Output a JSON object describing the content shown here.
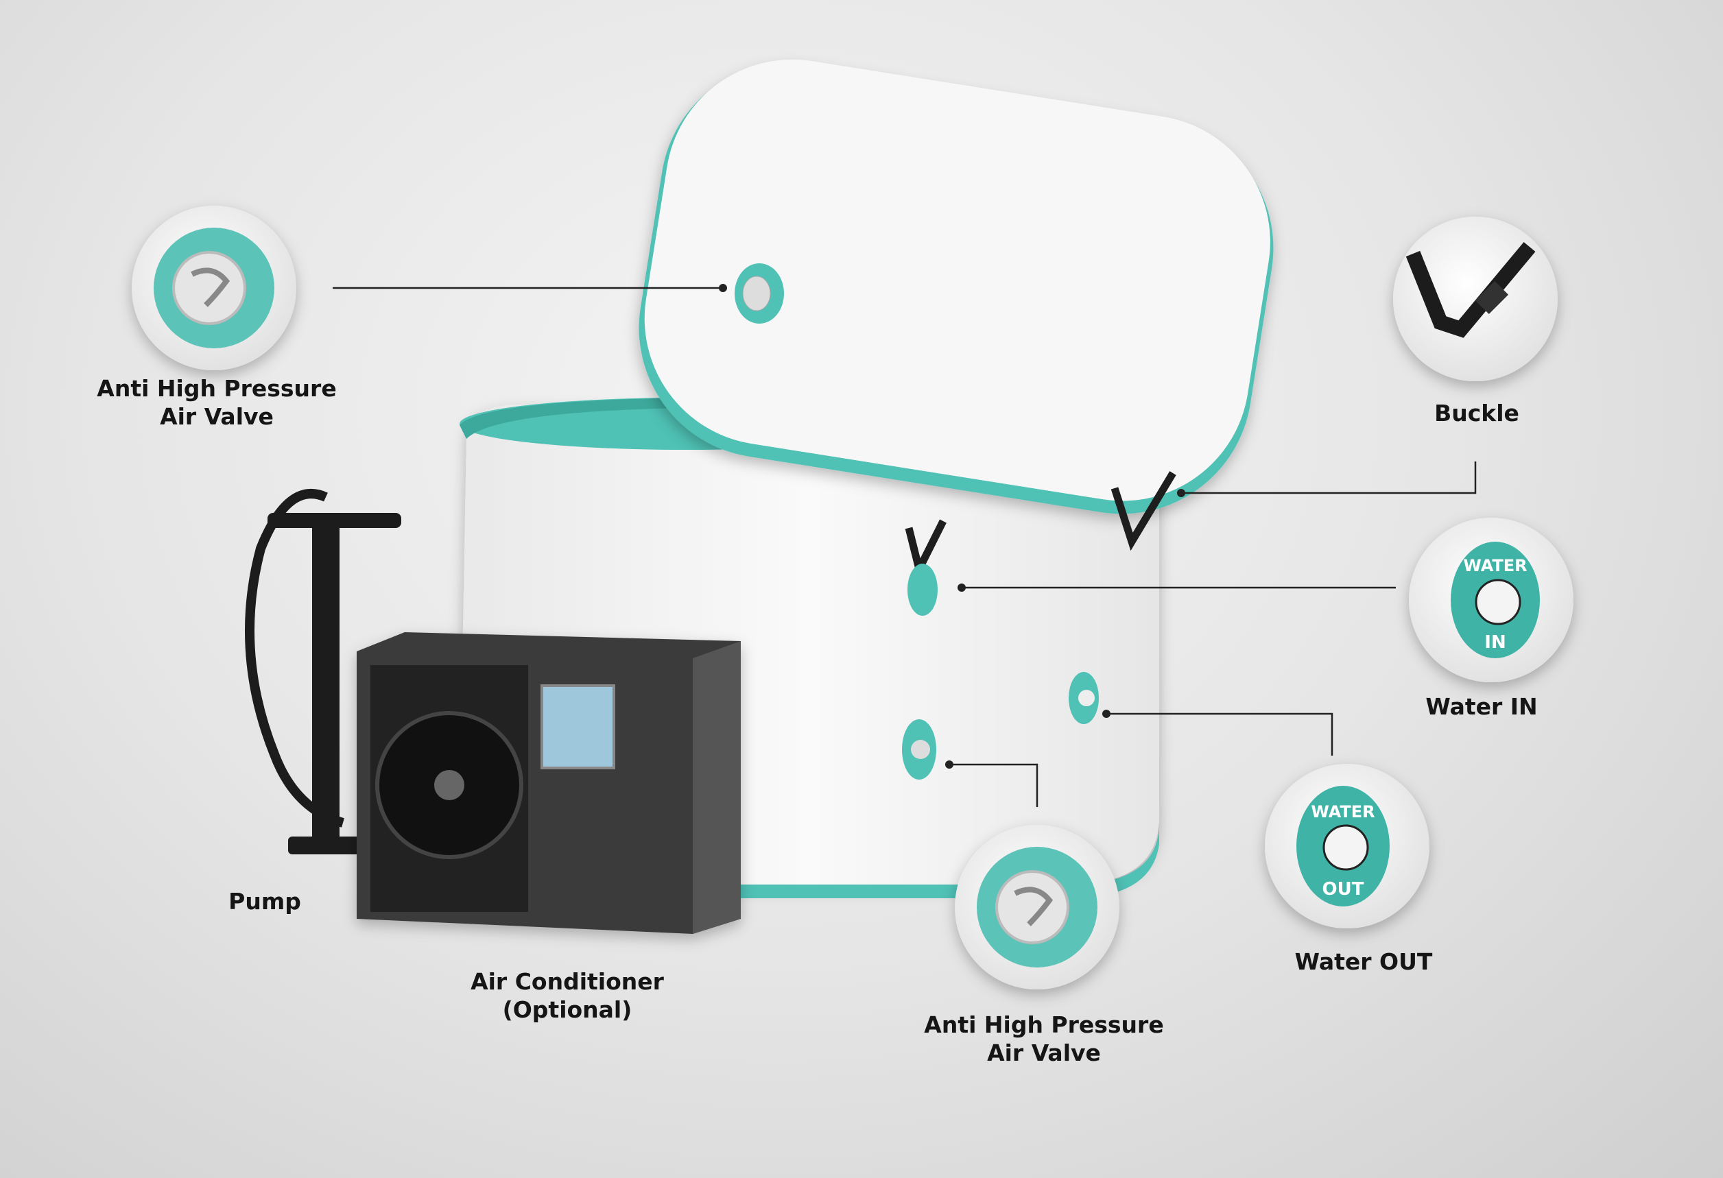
{
  "title": "Inflatable Ice Bath component diagram",
  "colors": {
    "teal": "#4fc1b5",
    "tub_white": "#f3f3f3",
    "dark": "#2b2b2b"
  },
  "callouts": {
    "top_valve": {
      "line1": "Anti High Pressure",
      "line2": "Air Valve"
    },
    "buckle": {
      "label": "Buckle"
    },
    "water_in": {
      "label": "Water IN",
      "plate_top": "WATER",
      "plate_bottom": "IN"
    },
    "water_out": {
      "label": "Water OUT",
      "plate_top": "WATER",
      "plate_bottom": "OUT"
    },
    "bottom_valve": {
      "line1": "Anti High Pressure",
      "line2": "Air Valve"
    },
    "pump": {
      "label": "Pump"
    },
    "air_conditioner": {
      "line1": "Air Conditioner",
      "line2": "(Optional)"
    }
  }
}
